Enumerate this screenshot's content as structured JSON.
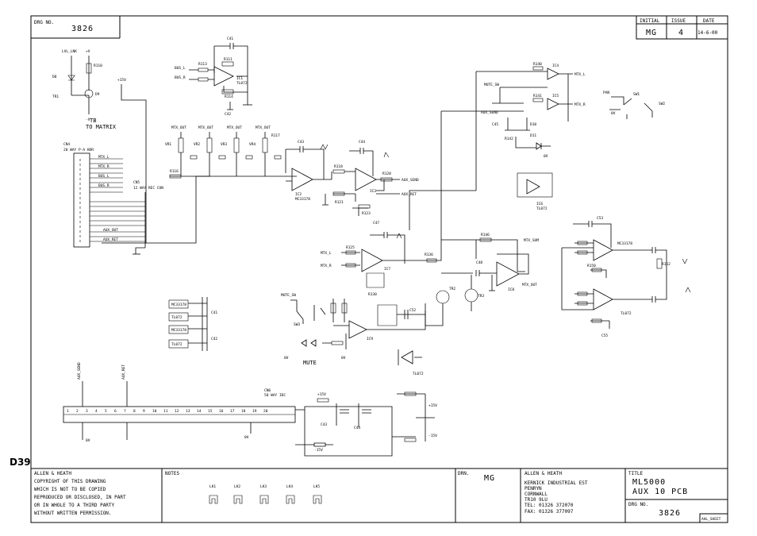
{
  "drawing": {
    "drg_no_label": "DRG NO.",
    "drg_no": "3826",
    "sheet_id": "D39",
    "corner_tag": "AHL_SHEET"
  },
  "revision": {
    "initial_label": "INITIAL",
    "issue_label": "ISSUE",
    "date_label": "DATE",
    "initial": "MG",
    "issue": "4",
    "date": "14-6-00"
  },
  "company_block": {
    "lines": [
      "ALLEN & HEATH",
      "COPYRIGHT OF THIS DRAWING",
      "WHICH IS NOT TO BE COPIED",
      "REPRODUCED OR DISCLOSED, IN PART",
      "OR IN WHOLE TO A THIRD PARTY",
      "WITHOUT WRITTEN PERMISSION."
    ]
  },
  "notes": {
    "label": "NOTES",
    "links": [
      "LK1",
      "LK2",
      "LK3",
      "LK4",
      "LK5"
    ]
  },
  "drawn": {
    "label": "DRN.",
    "value": "MG"
  },
  "address": {
    "lines": [
      "ALLEN & HEATH",
      "KERNICK INDUSTRIAL EST",
      "PENRYN",
      "CORNWALL",
      "TR10 9LU"
    ],
    "tel": "TEL:  01326 372070",
    "fax": "FAX:  01326 377097"
  },
  "title": {
    "label": "TITLE",
    "line1": "ML5000",
    "line2": "AUX 10 PCB",
    "drg_label": "DRG NO.",
    "drg_no": "3826"
  },
  "schematic": {
    "labels": {
      "to_matrix": "TO MATRIX",
      "cn4": "CN4",
      "cn4_desc": "20 WAY P-A HDR",
      "cn5": "CN5",
      "cn5_desc": "12 WAY REC CON",
      "cn6": "CN6",
      "cn6_desc": "50 WAY IDC",
      "mute": "MUTE",
      "tb": "TB"
    },
    "refs": {
      "r110": "R110",
      "r111": "R111",
      "r113": "R113",
      "r114": "R114",
      "r116": "R116",
      "r117": "R117",
      "r118": "R118",
      "r120": "R120",
      "r121": "R121",
      "r123": "R123",
      "r125": "R125",
      "r130": "R130",
      "r136": "R136",
      "r140": "R140",
      "r141": "R141",
      "r142": "R142",
      "r146": "R146",
      "r150": "R150",
      "r152": "R152",
      "c41": "C41",
      "c42": "C42",
      "c43": "C43",
      "c44": "C44",
      "c45": "C45",
      "c47": "C47",
      "c48": "C48",
      "c52": "C52",
      "c53": "C53",
      "c55": "C55",
      "ic1": "IC1",
      "ic2": "IC2",
      "ic3": "IC3",
      "ic4": "IC4",
      "ic5": "IC5",
      "ic6": "IC6",
      "ic7": "IC7",
      "ic8": "IC8",
      "ic9": "IC9",
      "tr1": "TR1",
      "tr2": "TR2",
      "tr3": "TR3",
      "d8": "D8",
      "d9": "D9",
      "d10": "D10",
      "d11": "D11",
      "vr1": "VR1",
      "vr2": "VR2",
      "vr3": "VR3",
      "vr4": "VR4",
      "sw1": "SW1",
      "sw2": "SW2",
      "sw3": "SW3",
      "tl072": "TL072",
      "mc33178": "MC33178",
      "v15": "+15V",
      "vm15": "-15V",
      "v_plus": "+V",
      "v_minus": "-V",
      "gnd": "0V"
    },
    "signals": {
      "mtx_l": "MTX_L",
      "mtx_r": "MTX_R",
      "aux_out": "AUX_OUT",
      "mute_sig": "MUTE_SW",
      "aux_send": "AUX_SEND",
      "pan": "PAN",
      "aux_ret": "AUX_RET",
      "mtx_sum": "MTX_SUM",
      "mtx_out": "MTX_OUT",
      "bus_l": "BUS_L",
      "bus_r": "BUS_R",
      "lvl": "LVL_LNK"
    },
    "pin_numbers": [
      "1",
      "2",
      "3",
      "4",
      "5",
      "6",
      "7",
      "8",
      "9",
      "10",
      "11",
      "12",
      "13",
      "14",
      "15",
      "16",
      "17",
      "18",
      "19",
      "20"
    ]
  }
}
